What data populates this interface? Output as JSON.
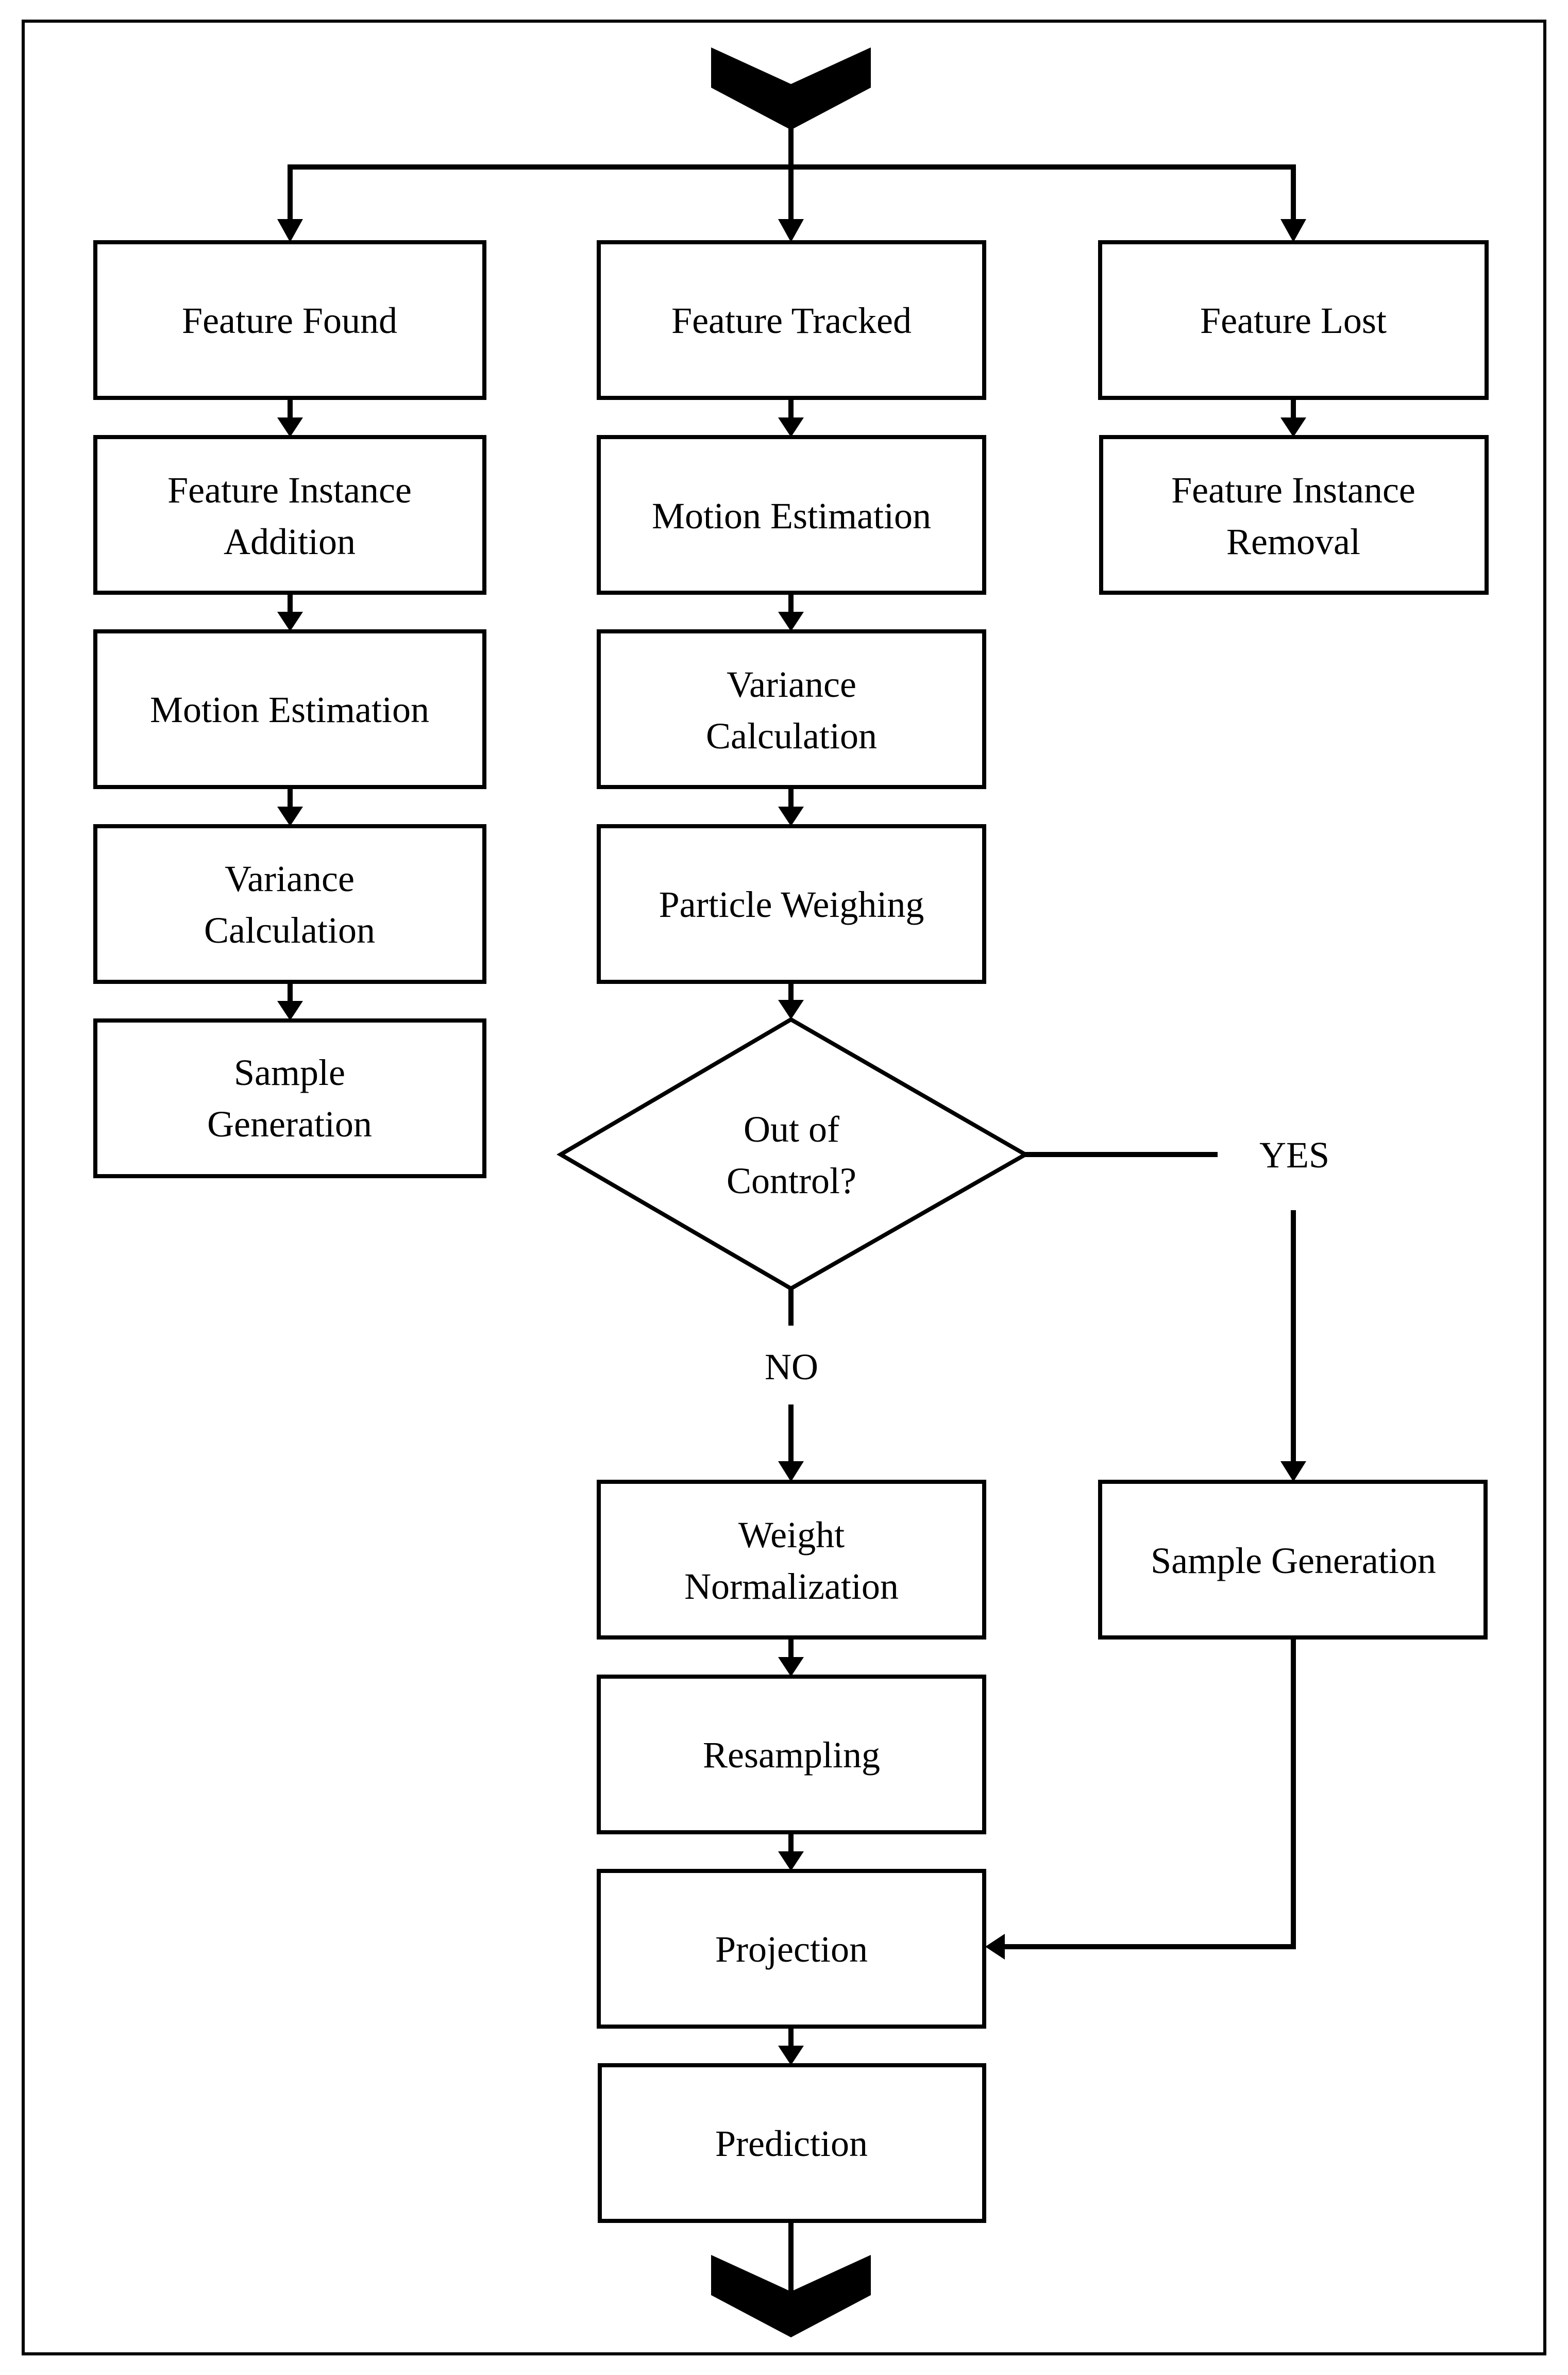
{
  "flowchart": {
    "top_branches": {
      "found": "Feature Found",
      "tracked": "Feature Tracked",
      "lost": "Feature Lost"
    },
    "found_steps": {
      "instance_addition": [
        "Feature Instance",
        "Addition"
      ],
      "motion_estimation": "Motion Estimation",
      "variance_calculation": [
        "Variance",
        "Calculation"
      ],
      "sample_generation": [
        "Sample",
        "Generation"
      ]
    },
    "tracked_steps": {
      "motion_estimation": "Motion Estimation",
      "variance_calculation": [
        "Variance",
        "Calculation"
      ],
      "particle_weighing": "Particle Weighing",
      "decision": [
        "Out of",
        "Control?"
      ],
      "yes_label": "YES",
      "no_label": "NO",
      "weight_normalization": [
        "Weight",
        "Normalization"
      ],
      "resampling": "Resampling",
      "projection": "Projection",
      "prediction": "Prediction"
    },
    "lost_steps": {
      "instance_removal": [
        "Feature Instance",
        "Removal"
      ]
    },
    "yes_branch": {
      "sample_generation": "Sample Generation"
    },
    "colors": {
      "stroke": "#000000",
      "fill": "#ffffff",
      "background": "#ffffff"
    }
  }
}
